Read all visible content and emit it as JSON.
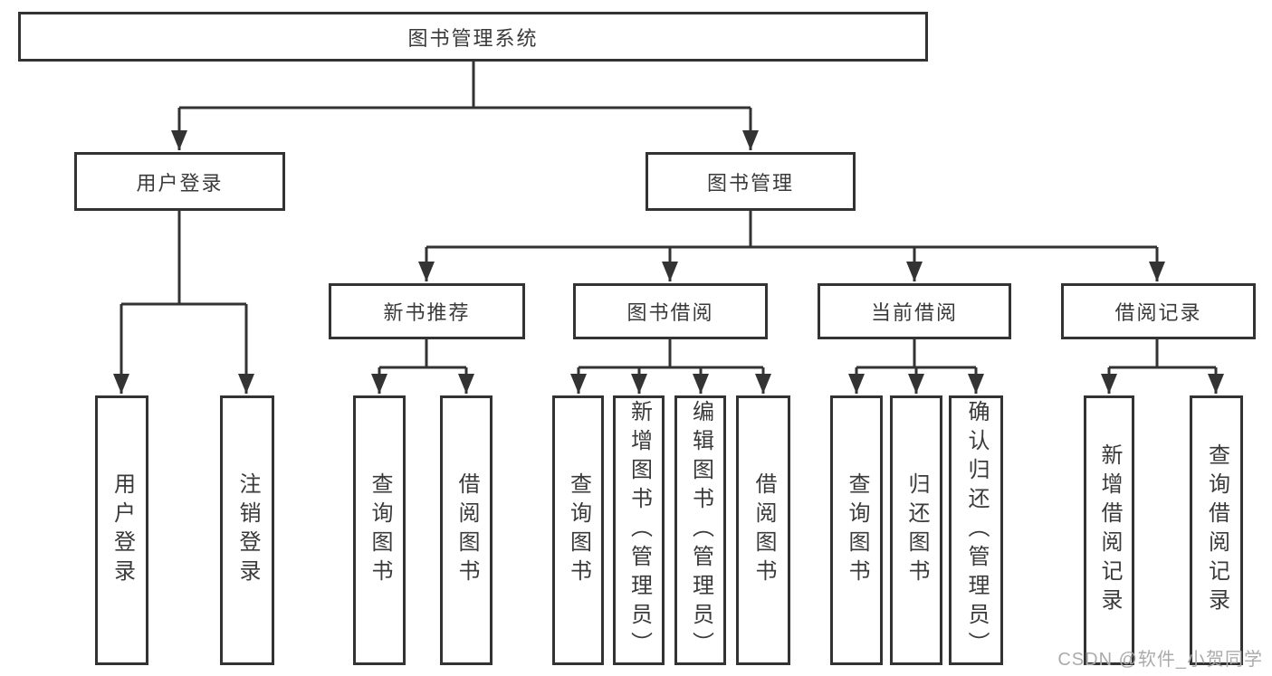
{
  "diagram": {
    "root": {
      "label": "图书管理系统"
    },
    "level2": [
      {
        "label": "用户登录"
      },
      {
        "label": "图书管理"
      }
    ],
    "level3": [
      {
        "label": "新书推荐"
      },
      {
        "label": "图书借阅"
      },
      {
        "label": "当前借阅"
      },
      {
        "label": "借阅记录"
      }
    ],
    "leaves": [
      {
        "label": "用户登录"
      },
      {
        "label": "注销登录"
      },
      {
        "label": "查询图书"
      },
      {
        "label": "借阅图书"
      },
      {
        "label": "查询图书"
      },
      {
        "label": "新增图书（管理员）"
      },
      {
        "label": "编辑图书（管理员）"
      },
      {
        "label": "借阅图书"
      },
      {
        "label": "查询图书"
      },
      {
        "label": "归还图书"
      },
      {
        "label": "确认归还（管理员）"
      },
      {
        "label": "新增借阅记录"
      },
      {
        "label": "查询借阅记录"
      }
    ],
    "watermark": "CSDN @软件_小贺同学",
    "colors": {
      "line": "#333333",
      "text": "#3a3a3a",
      "watermark": "#ababab",
      "background": "#ffffff"
    }
  }
}
